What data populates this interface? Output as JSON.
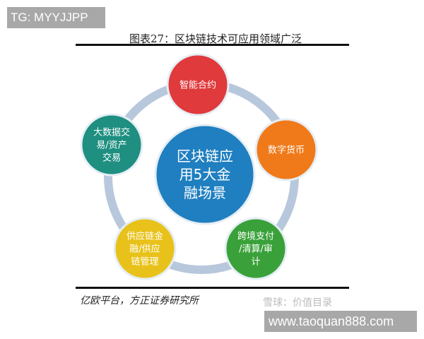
{
  "watermark_tg": "TG: MYYJJPP",
  "title": "图表27：区块链技术可应用领域广泛",
  "diagram": {
    "center": {
      "lines": [
        "区块链应",
        "用5大金",
        "融场景"
      ],
      "color": "#1f7fc0"
    },
    "nodes": [
      {
        "lines": [
          "智能合约"
        ],
        "color": "#e03a3c"
      },
      {
        "lines": [
          "数字货币"
        ],
        "color": "#f07a1a"
      },
      {
        "lines": [
          "跨境支付",
          "/清算/审",
          "计"
        ],
        "color": "#3aa13a"
      },
      {
        "lines": [
          "供应链金",
          "融/供应",
          "链管理"
        ],
        "color": "#e8c21a"
      },
      {
        "lines": [
          "大数据交",
          "易/资产",
          "交易"
        ],
        "color": "#1e8f80"
      }
    ],
    "ring_color": "#b8c8dc"
  },
  "source": "亿欧平台，方正证券研究所",
  "watermark_xueqiu": "雪球：价值目录",
  "watermark_url": "www.taoquan888.com"
}
